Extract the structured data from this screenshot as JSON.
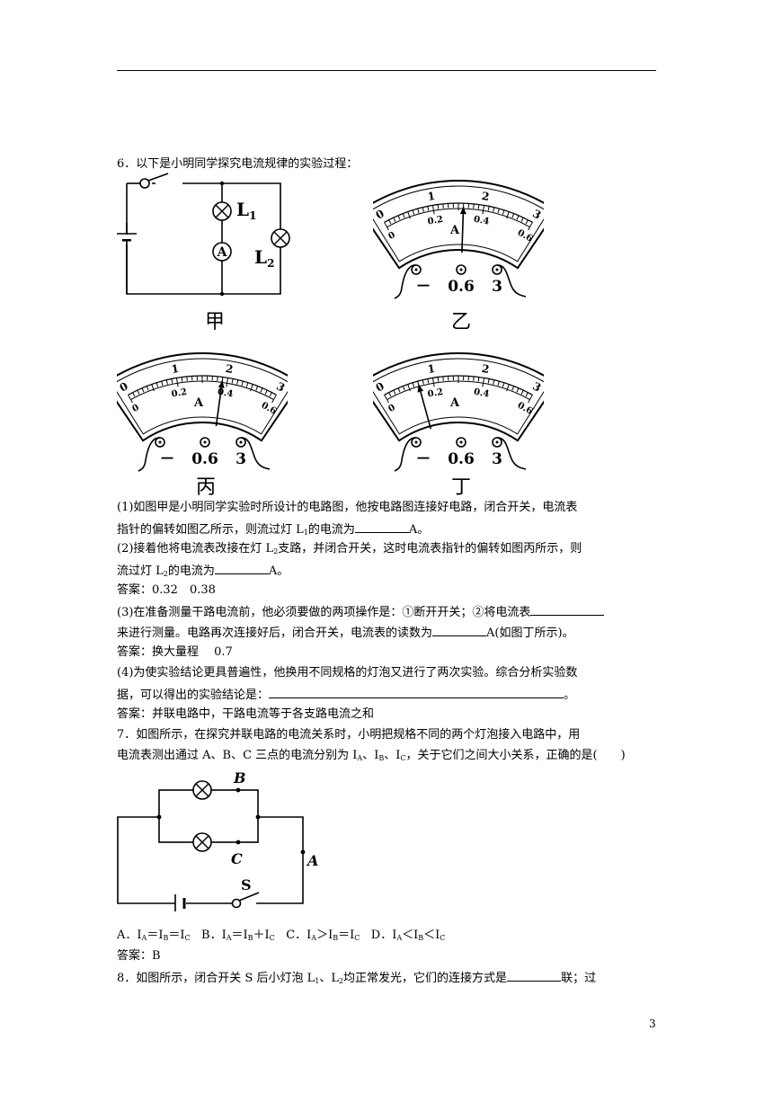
{
  "q6": {
    "stem": "6．以下是小明同学探究电流规律的实验过程：",
    "circuit": {
      "L1": "L",
      "L1_sub": "1",
      "L2": "L",
      "L2_sub": "2",
      "meter": "A"
    },
    "meter": {
      "top_scale": [
        "0",
        "1",
        "2",
        "3"
      ],
      "bottom_scale": [
        "0",
        "0.2",
        "0.4",
        "0.6"
      ],
      "unit": "A",
      "terminals": [
        "－",
        "0.6",
        "3"
      ],
      "readings_small_range": {
        "乙": 0.32,
        "丙": 0.38,
        "丁": 0.14
      }
    },
    "captions": [
      "甲",
      "乙",
      "丙",
      "丁"
    ],
    "p1": {
      "a": "(1)如图甲是小明同学实验时所设计的电路图，他按电路图连接好电路，闭合开关，电流表",
      "b1": "指针的偏转如图乙所示，则流过灯 L",
      "b_sub": "1",
      "b2": "的电流为",
      "b3": "A。"
    },
    "p2": {
      "a1": "(2)接着他将电流表改接在灯 L",
      "a_sub": "2",
      "a2": "支路，并闭合开关，这时电流表指针的偏转如图丙所示，则",
      "b1": "流过灯 L",
      "b_sub": "2",
      "b2": "的电流为",
      "b3": "A。"
    },
    "ans1": "答案：0.32　0.38",
    "p3": {
      "a": "(3)在准备测量干路电流前，他必须要做的两项操作是：①断开开关；②将电流表",
      "b1": "来进行测量。电路再次连接好后，闭合开关，电流表的读数为",
      "b2": "A(如图丁所示)。"
    },
    "ans2": "答案：换大量程　 0.7",
    "p4": {
      "a": "(4)为使实验结论更具普遍性，他换用不同规格的灯泡又进行了两次实验。综合分析实验数",
      "b1": "据，可以得出的实验结论是：",
      "b2": "。"
    },
    "ans3": "答案：并联电路中，干路电流等于各支路电流之和"
  },
  "q7": {
    "stem1": "7．如图所示，在探究并联电路的电流关系时，小明把规格不同的两个灯泡接入电路中，用",
    "stem2": {
      "a": "电流表测出通过 A、B、C 三点的电流分别为 I",
      "s1": "A",
      "b": "、I",
      "s2": "B",
      "c": "、I",
      "s3": "C",
      "d": "，关于它们之间大小关系，正确的是(　　)"
    },
    "labels": {
      "B": "B",
      "C": "C",
      "A": "A",
      "S": "S"
    },
    "options": {
      "A": [
        "A．I",
        "A",
        "＝I",
        "B",
        "＝I",
        "C"
      ],
      "B": [
        "B．I",
        "A",
        "＝I",
        "B",
        "＋I",
        "C"
      ],
      "C": [
        "C．I",
        "A",
        "＞I",
        "B",
        "＝I",
        "C"
      ],
      "D": [
        "D．I",
        "A",
        "＜I",
        "B",
        "＜I",
        "C"
      ]
    },
    "answer": "答案：B"
  },
  "q8": {
    "a1": "8．如图所示，闭合开关 S 后小灯泡 L",
    "s1": "1",
    "a2": "、L",
    "s2": "2",
    "a3": "均正常发光，它们的连接方式是",
    "a4": "联；过"
  },
  "page_number": "3"
}
